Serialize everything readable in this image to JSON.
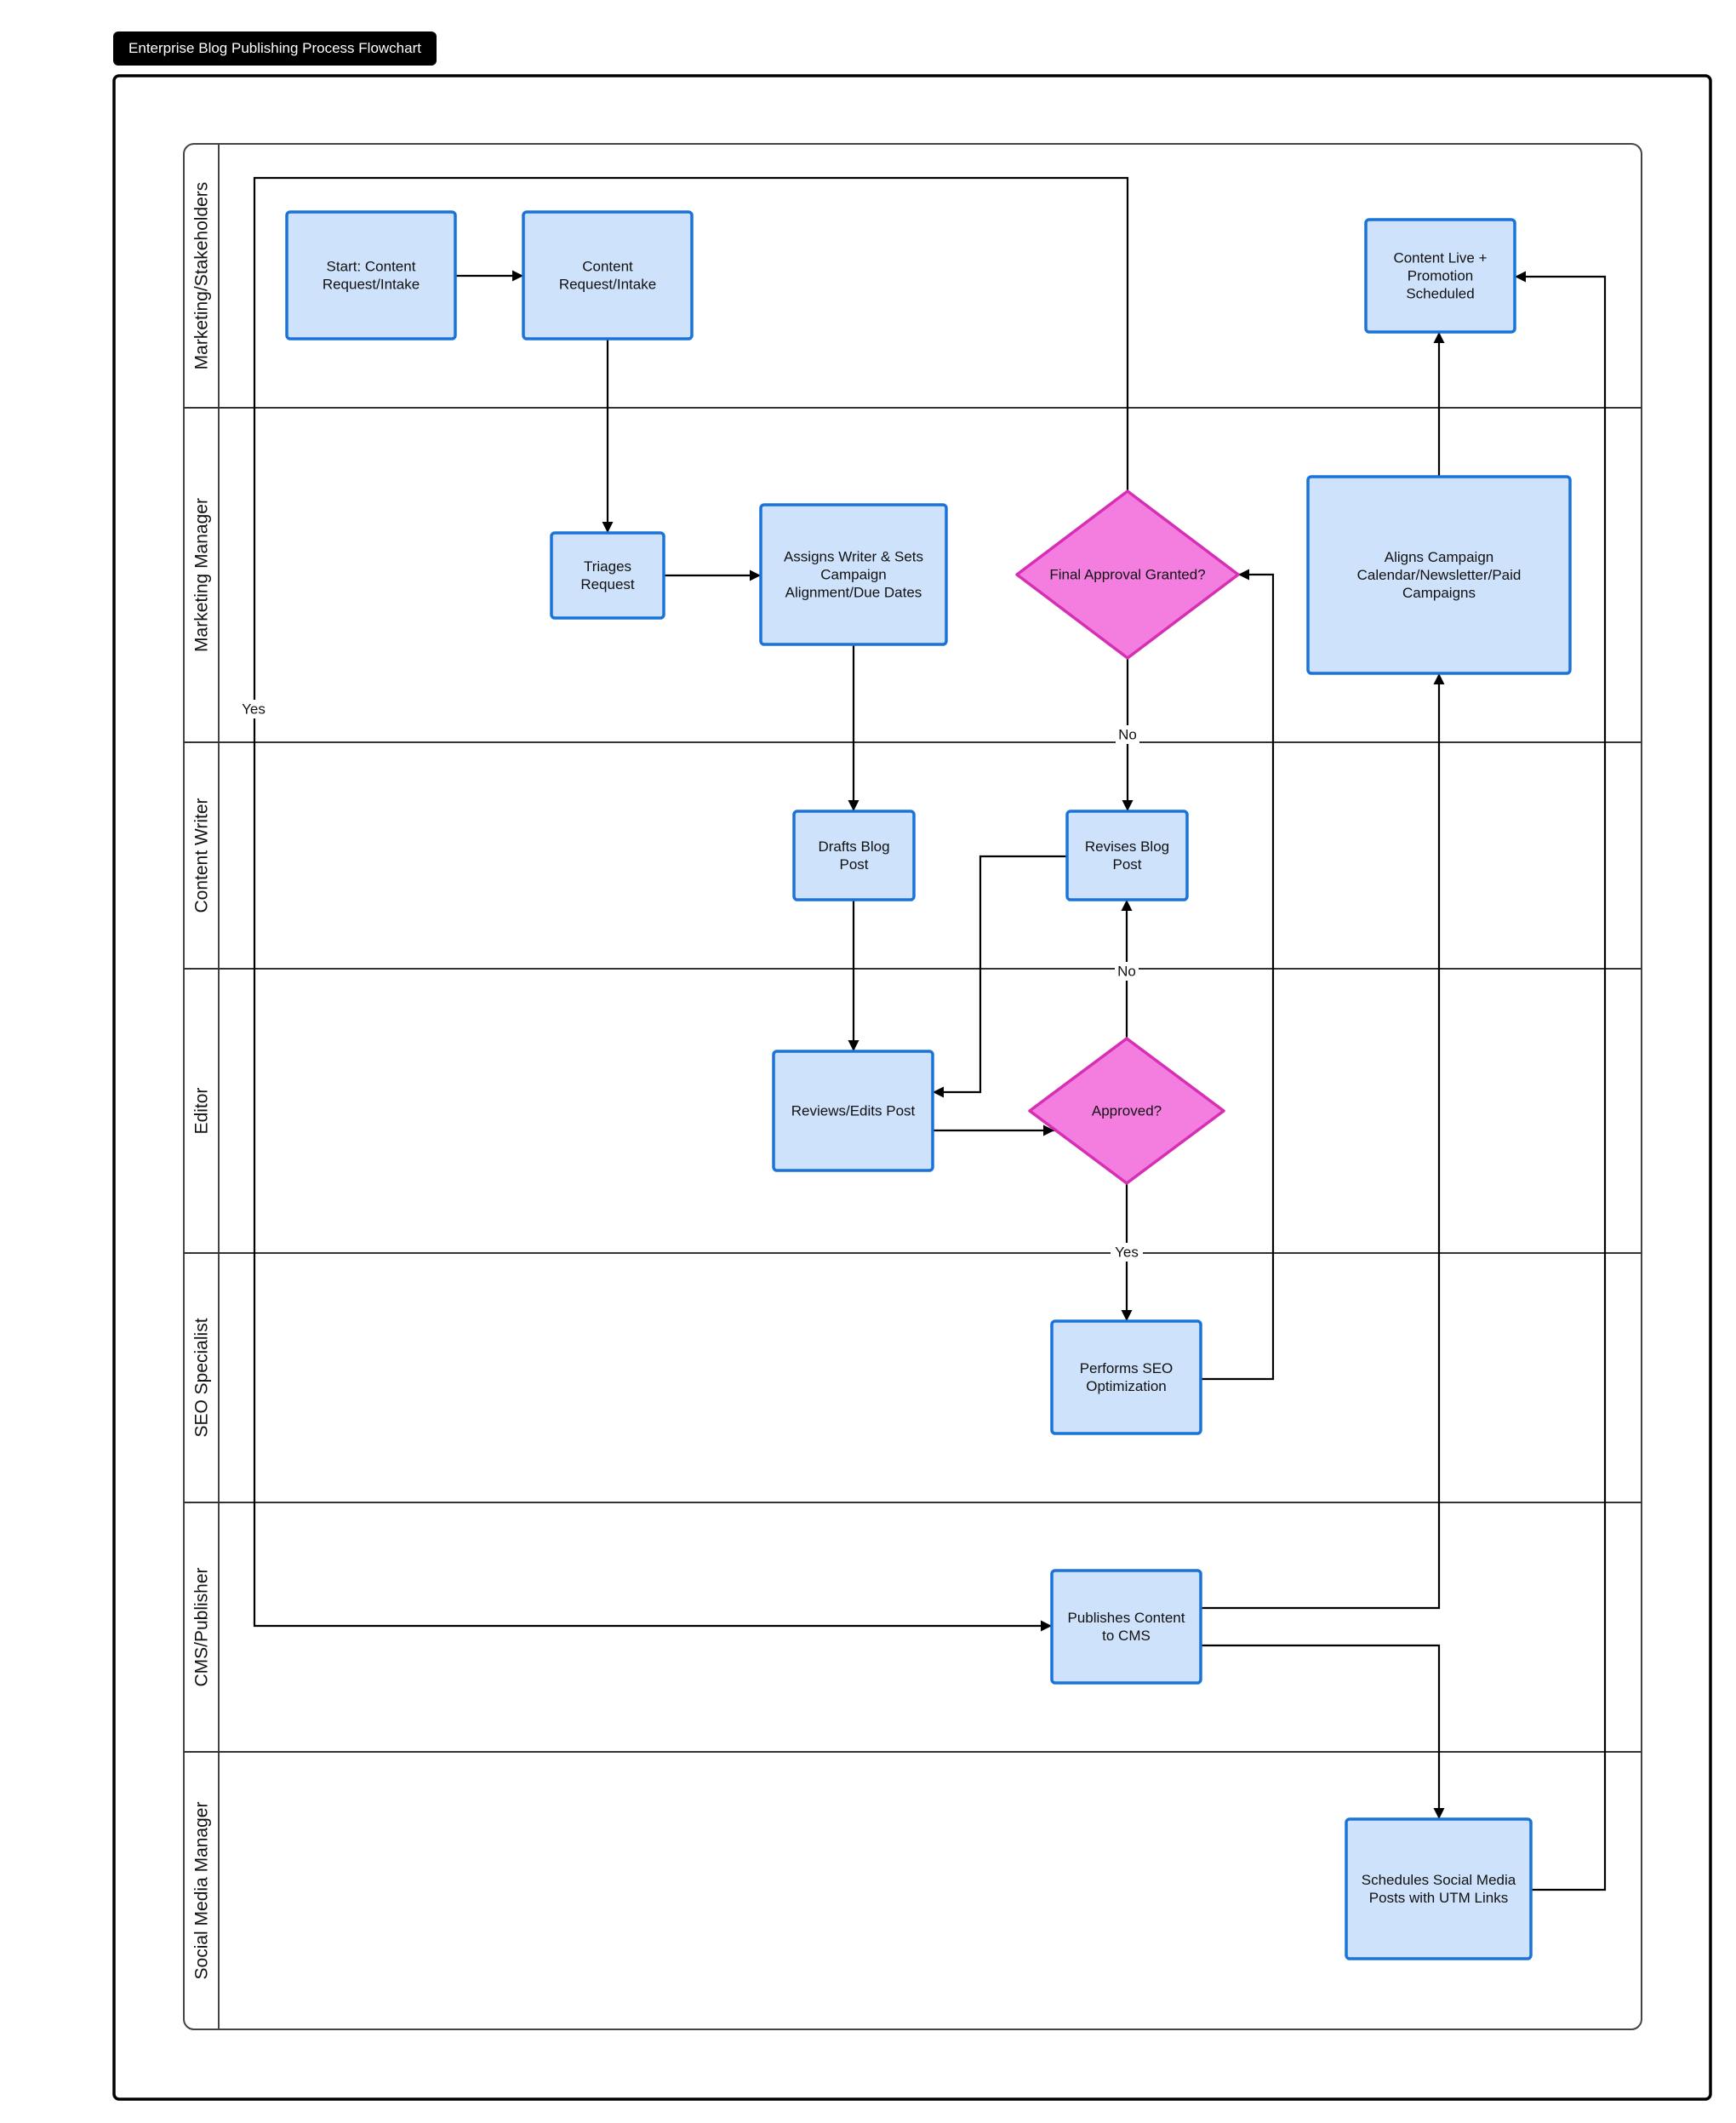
{
  "title": "Enterprise Blog Publishing Process Flowchart",
  "colors": {
    "process_fill": "#cfe2fb",
    "process_stroke": "#1a73d9",
    "decision_fill": "#f47de0",
    "decision_stroke": "#d62fb4",
    "line": "#000000",
    "lane_border": "#333333"
  },
  "lanes": [
    {
      "id": "marketing-stakeholders",
      "label": "Marketing/Stakeholders"
    },
    {
      "id": "marketing-manager",
      "label": "Marketing Manager"
    },
    {
      "id": "content-writer",
      "label": "Content Writer"
    },
    {
      "id": "editor",
      "label": "Editor"
    },
    {
      "id": "seo-specialist",
      "label": "SEO Specialist"
    },
    {
      "id": "cms-publisher",
      "label": "CMS/Publisher"
    },
    {
      "id": "social-media-manager",
      "label": "Social Media Manager"
    }
  ],
  "nodes": [
    {
      "id": "start",
      "type": "process",
      "lines": [
        "Start: Content",
        "Request/Intake"
      ]
    },
    {
      "id": "content-request",
      "type": "process",
      "lines": [
        "Content",
        "Request/Intake"
      ]
    },
    {
      "id": "content-live",
      "type": "process",
      "lines": [
        "Content Live +",
        "Promotion",
        "Scheduled"
      ]
    },
    {
      "id": "triages",
      "type": "process",
      "lines": [
        "Triages",
        "Request"
      ]
    },
    {
      "id": "assigns",
      "type": "process",
      "lines": [
        "Assigns Writer & Sets",
        "Campaign",
        "Alignment/Due Dates"
      ]
    },
    {
      "id": "final-approval",
      "type": "decision",
      "lines": [
        "Final Approval Granted?"
      ]
    },
    {
      "id": "aligns",
      "type": "process",
      "lines": [
        "Aligns Campaign",
        "Calendar/Newsletter/Paid",
        "Campaigns"
      ]
    },
    {
      "id": "drafts",
      "type": "process",
      "lines": [
        "Drafts Blog",
        "Post"
      ]
    },
    {
      "id": "revises",
      "type": "process",
      "lines": [
        "Revises Blog",
        "Post"
      ]
    },
    {
      "id": "reviews",
      "type": "process",
      "lines": [
        "Reviews/Edits Post"
      ]
    },
    {
      "id": "approved",
      "type": "decision",
      "lines": [
        "Approved?"
      ]
    },
    {
      "id": "seo",
      "type": "process",
      "lines": [
        "Performs SEO",
        "Optimization"
      ]
    },
    {
      "id": "publishes",
      "type": "process",
      "lines": [
        "Publishes Content",
        "to CMS"
      ]
    },
    {
      "id": "schedules",
      "type": "process",
      "lines": [
        "Schedules Social Media",
        "Posts with UTM Links"
      ]
    }
  ],
  "edges": [
    {
      "id": "start-to-request",
      "from": "start",
      "to": "content-request",
      "label": ""
    },
    {
      "id": "request-to-triages",
      "from": "content-request",
      "to": "triages",
      "label": ""
    },
    {
      "id": "triages-to-assigns",
      "from": "triages",
      "to": "assigns",
      "label": ""
    },
    {
      "id": "assigns-to-drafts",
      "from": "assigns",
      "to": "drafts",
      "label": ""
    },
    {
      "id": "drafts-to-reviews",
      "from": "drafts",
      "to": "reviews",
      "label": ""
    },
    {
      "id": "reviews-to-approved",
      "from": "reviews",
      "to": "approved",
      "label": ""
    },
    {
      "id": "approved-no-to-revises",
      "from": "approved",
      "to": "revises",
      "label": "No"
    },
    {
      "id": "revises-to-reviews",
      "from": "revises",
      "to": "reviews",
      "label": ""
    },
    {
      "id": "approved-yes-to-seo",
      "from": "approved",
      "to": "seo",
      "label": "Yes"
    },
    {
      "id": "seo-to-final",
      "from": "seo",
      "to": "final-approval",
      "label": ""
    },
    {
      "id": "final-no-to-revises",
      "from": "final-approval",
      "to": "revises",
      "label": "No"
    },
    {
      "id": "final-yes-to-publishes",
      "from": "final-approval",
      "to": "publishes",
      "label": "Yes"
    },
    {
      "id": "publishes-to-aligns",
      "from": "publishes",
      "to": "aligns",
      "label": ""
    },
    {
      "id": "publishes-to-schedules",
      "from": "publishes",
      "to": "schedules",
      "label": ""
    },
    {
      "id": "aligns-to-live",
      "from": "aligns",
      "to": "content-live",
      "label": ""
    },
    {
      "id": "schedules-to-live",
      "from": "schedules",
      "to": "content-live",
      "label": ""
    }
  ]
}
